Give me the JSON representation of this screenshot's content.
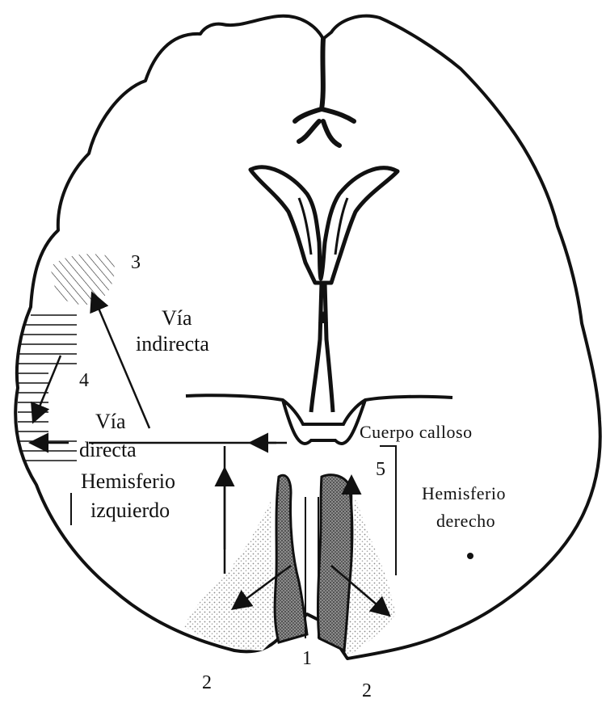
{
  "diagram": {
    "labels": {
      "via_indirecta_1": "Vía",
      "via_indirecta_2": "indirecta",
      "via_directa_1": "Vía",
      "via_directa_2": "directa",
      "hemisferio_izq_1": "Hemisferio",
      "hemisferio_izq_2": "izquierdo",
      "hemisferio_der_1": "Hemisferio",
      "hemisferio_der_2": "derecho",
      "cuerpo_calloso": "Cuerpo calloso",
      "num_1": "1",
      "num_2_left": "2",
      "num_2_right": "2",
      "num_3": "3",
      "num_4": "4",
      "num_5": "5"
    },
    "colors": {
      "ink": "#111111",
      "background": "#ffffff",
      "stipple": "#9a9a9a",
      "dense_stipple": "#555555"
    }
  }
}
